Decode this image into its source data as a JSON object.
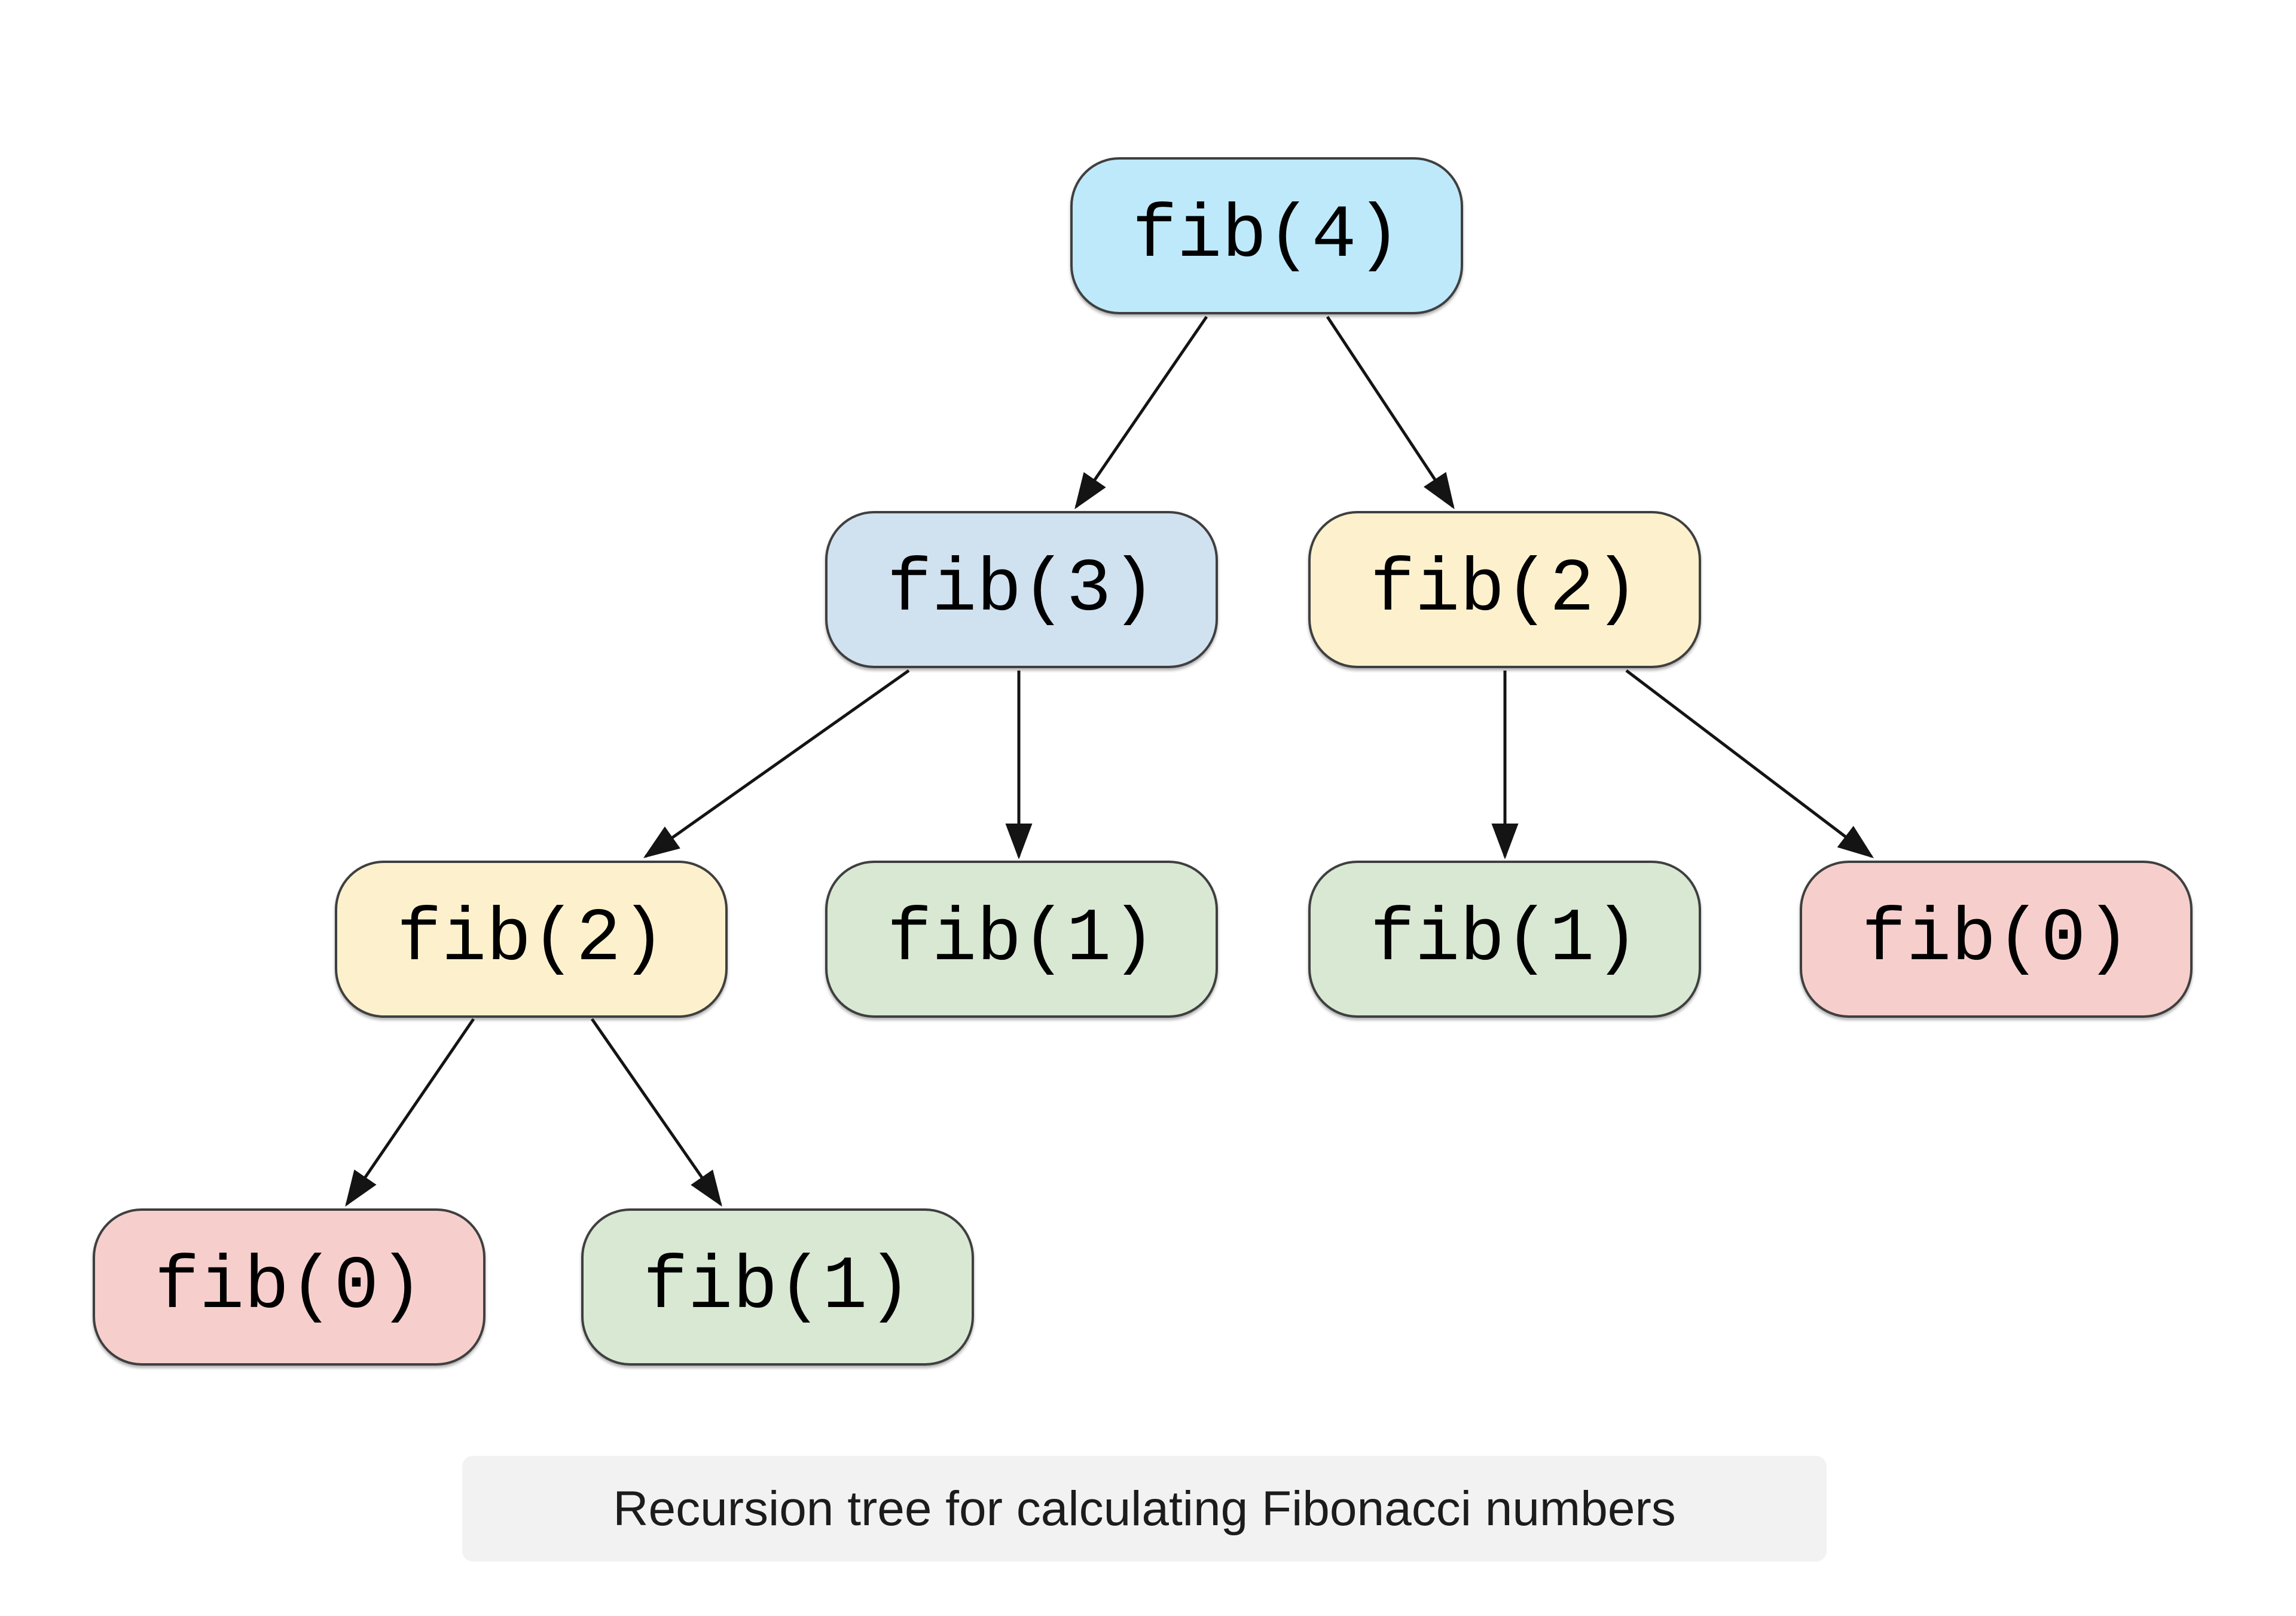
{
  "diagram": {
    "type": "recursion-tree",
    "caption": "Recursion tree for calculating Fibonacci numbers",
    "root_label": "fib(4)",
    "nodes": [
      {
        "id": "fib4",
        "label": "fib(4)",
        "fill": "#bee9fa",
        "level": 0
      },
      {
        "id": "fib3",
        "label": "fib(3)",
        "fill": "#d0e1f0",
        "level": 1
      },
      {
        "id": "fib2-right",
        "label": "fib(2)",
        "fill": "#fdf1cd",
        "level": 1
      },
      {
        "id": "fib2-left",
        "label": "fib(2)",
        "fill": "#fdf1cd",
        "level": 2
      },
      {
        "id": "fib1-mid-left",
        "label": "fib(1)",
        "fill": "#d8e8d3",
        "level": 2
      },
      {
        "id": "fib1-mid-right",
        "label": "fib(1)",
        "fill": "#d8e8d3",
        "level": 2
      },
      {
        "id": "fib0-right",
        "label": "fib(0)",
        "fill": "#f6cfcc",
        "level": 2
      },
      {
        "id": "fib0-bottom-left",
        "label": "fib(0)",
        "fill": "#f6cfcc",
        "level": 3
      },
      {
        "id": "fib1-bottom",
        "label": "fib(1)",
        "fill": "#d8e8d3",
        "level": 3
      }
    ],
    "edges": [
      {
        "from": "fib4",
        "to": "fib3"
      },
      {
        "from": "fib4",
        "to": "fib2-right"
      },
      {
        "from": "fib3",
        "to": "fib2-left"
      },
      {
        "from": "fib3",
        "to": "fib1-mid-left"
      },
      {
        "from": "fib2-right",
        "to": "fib1-mid-right"
      },
      {
        "from": "fib2-right",
        "to": "fib0-right"
      },
      {
        "from": "fib2-left",
        "to": "fib0-bottom-left"
      },
      {
        "from": "fib2-left",
        "to": "fib1-bottom"
      }
    ],
    "colors": {
      "background": "#ffffff",
      "node_border": "#3f3f3f",
      "node_text": "#000000",
      "edge": "#141414",
      "caption_bg": "#f2f2f2",
      "caption_text": "#1c1c1c"
    }
  }
}
